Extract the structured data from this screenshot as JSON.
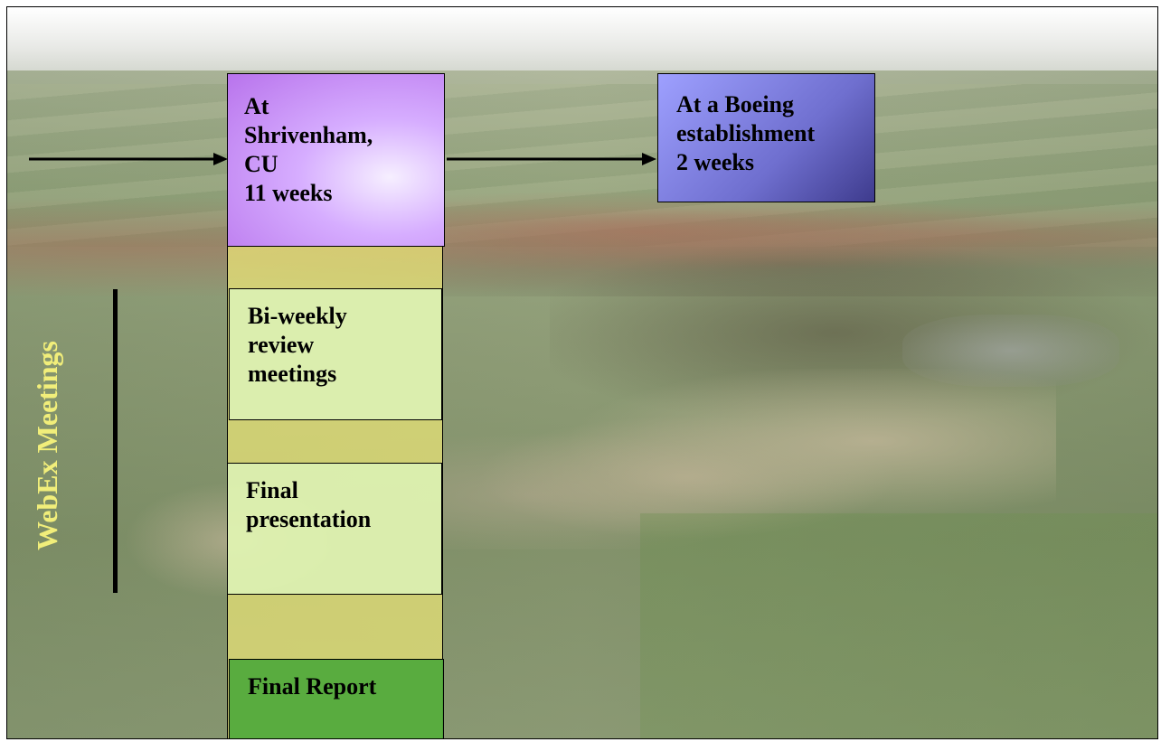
{
  "nodes": {
    "shrivenham": "At\nShrivenham,\nCU\n11 weeks",
    "boeing": "At a Boeing\nestablishment\n2 weeks",
    "biweekly": "Bi-weekly\nreview\nmeetings",
    "final_presentation": "Final\npresentation",
    "final_report": "Final Report"
  },
  "side_label": "WebEx Meetings",
  "colors": {
    "shrivenham_box": "#c08af0",
    "boeing_box": "#7475d4",
    "timeline_bar": "#eee878",
    "meeting_boxes": "#def6be",
    "final_report_box": "#52aa3c",
    "side_label_text": "#f1ee7a"
  }
}
